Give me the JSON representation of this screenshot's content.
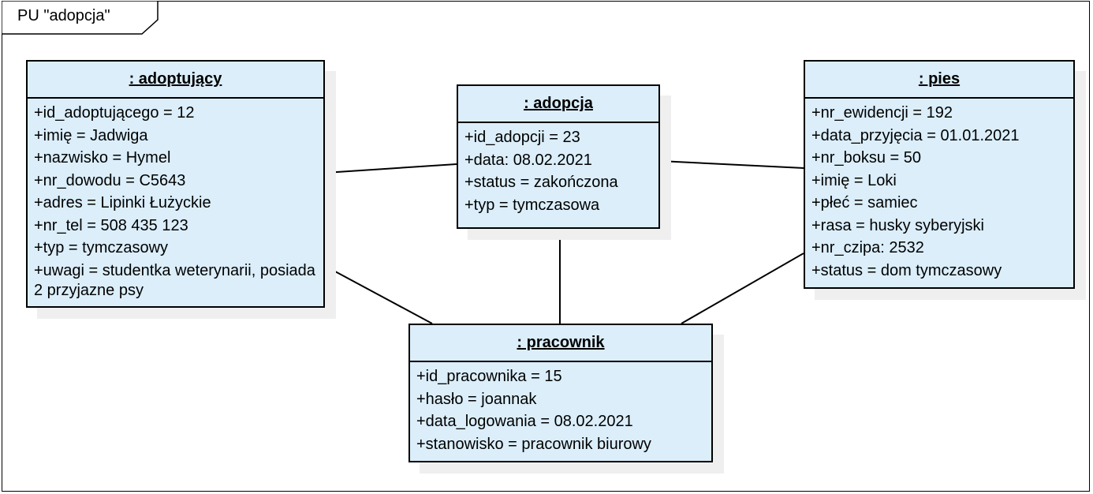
{
  "frame": {
    "label": "PU \"adopcja\""
  },
  "objects": {
    "adoptujacy": {
      "title": ": adoptujący",
      "attrs": [
        "+id_adoptującego = 12",
        "+imię = Jadwiga",
        "+nazwisko = Hymel",
        "+nr_dowodu = C5643",
        "+adres = Lipinki Łużyckie",
        "+nr_tel = 508 435 123",
        "+typ = tymczasowy",
        "+uwagi = studentka weterynarii, posiada 2 przyjazne psy"
      ]
    },
    "adopcja": {
      "title": ": adopcja",
      "attrs": [
        "+id_adopcji = 23",
        "+data: 08.02.2021",
        "+status = zakończona",
        "+typ = tymczasowa"
      ]
    },
    "pies": {
      "title": ": pies",
      "attrs": [
        "+nr_ewidencji = 192",
        "+data_przyjęcia = 01.01.2021",
        "+nr_boksu = 50",
        "+imię = Loki",
        "+płeć = samiec",
        "+rasa = husky syberyjski",
        "+nr_czipa: 2532",
        "+status = dom tymczasowy"
      ]
    },
    "pracownik": {
      "title": ": pracownik",
      "attrs": [
        "+id_pracownika = 15",
        "+hasło = joannak",
        "+data_logowania = 08.02.2021",
        "+stanowisko = pracownik biurowy"
      ]
    }
  },
  "links": [
    {
      "from": "adoptujacy",
      "to": "adopcja"
    },
    {
      "from": "adopcja",
      "to": "pies"
    },
    {
      "from": "adopcja",
      "to": "pracownik"
    },
    {
      "from": "adoptujacy",
      "to": "pracownik"
    },
    {
      "from": "pies",
      "to": "pracownik"
    }
  ]
}
